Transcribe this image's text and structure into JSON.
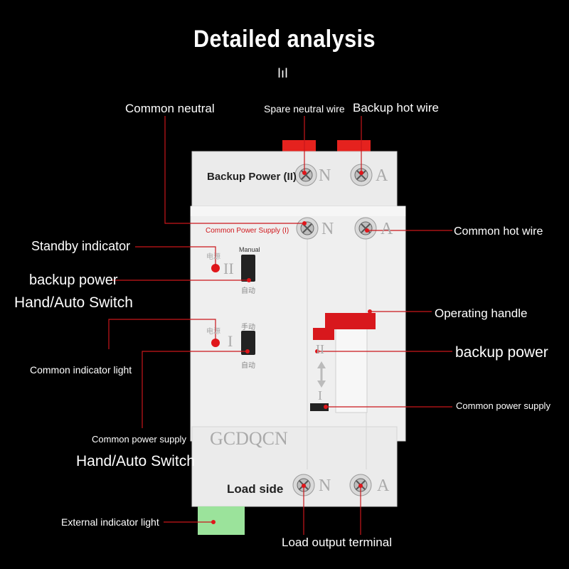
{
  "title": "Detailed analysis",
  "logo_mark": "lıl",
  "device": {
    "brand": "GCDQCN",
    "backup_power_label": "Backup Power (II)",
    "common_supply_label": "Common Power Supply (I)",
    "load_side_label": "Load side",
    "terminal_n": "N",
    "terminal_a": "A",
    "switch2": {
      "cn_power": "电源",
      "roman": "II",
      "top": "Manual",
      "bottom": "自动"
    },
    "switch1": {
      "cn_power": "电源",
      "roman": "I",
      "top": "手动",
      "bottom": "自动"
    },
    "handle_pos_top": "II",
    "handle_pos_bottom": "I"
  },
  "callouts": {
    "common_neutral": "Common neutral",
    "spare_neutral_wire": "Spare neutral wire",
    "backup_hot_wire": "Backup hot wire",
    "common_hot_wire": "Common hot wire",
    "standby_indicator": "Standby indicator",
    "backup_power_switch_line1": "backup power",
    "backup_power_switch_line2": "Hand/Auto Switch",
    "operating_handle": "Operating handle",
    "backup_power": "backup power",
    "common_indicator_light": "Common indicator light",
    "common_power_supply_right": "Common power supply",
    "common_power_supply_left": "Common power supply",
    "hand_auto_switch": "Hand/Auto Switch",
    "external_indicator_light": "External indicator light",
    "load_output_terminal": "Load output terminal"
  },
  "colors": {
    "accent": "#e0161b",
    "device_body": "#ececec",
    "terminal_cap": "#e5221e",
    "ext_light": "#9be39b"
  }
}
